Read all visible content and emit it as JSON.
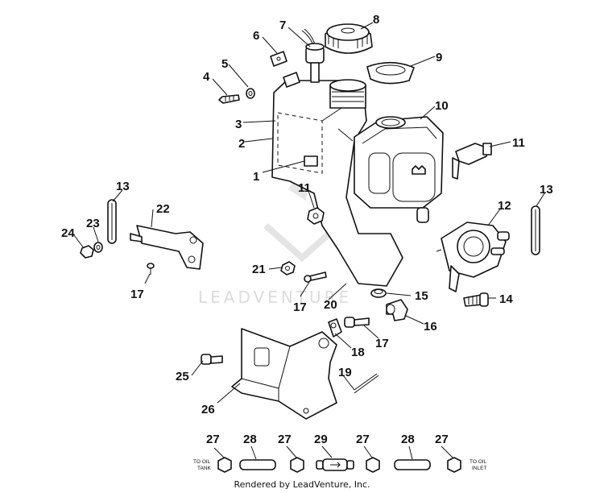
{
  "watermark": "LEADVENTURE",
  "credit": "Rendered by LeadVenture, Inc.",
  "labels": {
    "to_oil_tank_1": "TO OIL",
    "to_oil_tank_2": "TANK",
    "to_oil_inlet_1": "TO OIL",
    "to_oil_inlet_2": "INLET"
  },
  "callouts": [
    "1",
    "2",
    "3",
    "4",
    "5",
    "6",
    "7",
    "8",
    "9",
    "10",
    "11",
    "11",
    "12",
    "13",
    "13",
    "14",
    "15",
    "16",
    "17",
    "17",
    "17",
    "18",
    "19",
    "20",
    "21",
    "22",
    "23",
    "24",
    "25",
    "26",
    "27",
    "27",
    "27",
    "27",
    "28",
    "28",
    "29"
  ]
}
